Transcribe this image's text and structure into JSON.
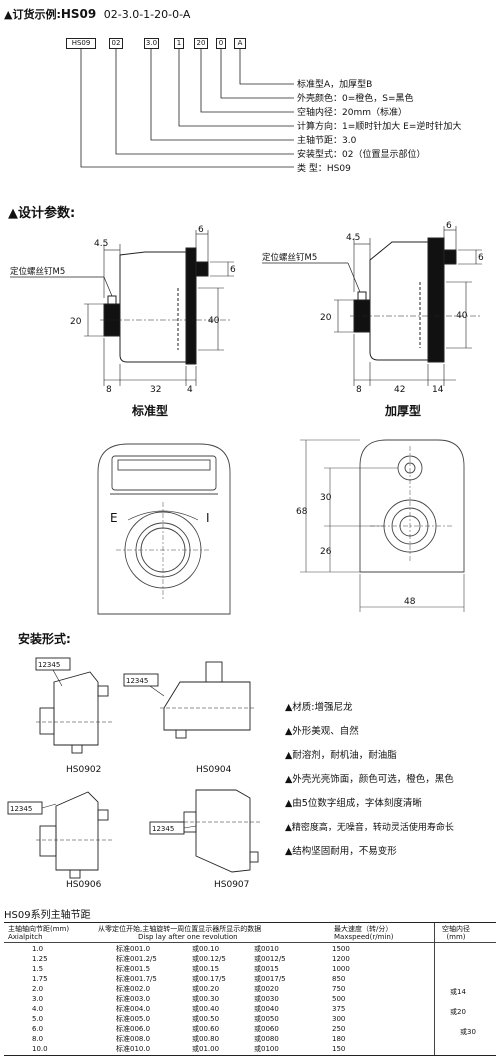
{
  "order": {
    "title": "▲订货示例:",
    "model": "HS09",
    "code": "02-3.0-1-20-0-A",
    "boxes": [
      "HS09",
      "02",
      "3.0",
      "1",
      "20",
      "0",
      "A"
    ],
    "legend": [
      "标准型A，加厚型B",
      "外壳颜色：0=橙色，S=黑色",
      "空轴内径：20mm（标准）",
      "计算方向：1=顺时针加大 E=逆时针加大",
      "主轴节距：3.0",
      "安装型式：02（位置显示部位）",
      "类    型：HS09"
    ]
  },
  "design": {
    "title": "▲设计参数:",
    "std_label": "标准型",
    "thick_label": "加厚型",
    "screw_label": "定位螺丝钉M5",
    "std_dims": {
      "d45": "4.5",
      "d6a": "6",
      "d6b": "6",
      "d20": "20",
      "d40": "40",
      "d8": "8",
      "d32": "32",
      "d4": "4"
    },
    "thick_dims": {
      "d45": "4.5",
      "d6a": "6",
      "d6b": "6",
      "d20": "20",
      "d40": "40",
      "d8": "8",
      "d42": "42",
      "d14": "14"
    },
    "front_E": "E",
    "front_I": "I",
    "back_dims": {
      "d68": "68",
      "d30": "30",
      "d26": "26",
      "d48": "48"
    }
  },
  "install": {
    "title": "安装形式:",
    "digits": "12345",
    "models": [
      "HS0902",
      "HS0904",
      "HS0906",
      "HS0907"
    ]
  },
  "features": [
    "▲材质:增强尼龙",
    "▲外形美观、自然",
    "▲耐溶剂，耐机油，耐油脂",
    "▲外壳光亮饰面，颜色可选，橙色，黑色",
    "▲由5位数字组成，字体刻度清晰",
    "▲精密度高，无噪音，转动灵活使用寿命长",
    "▲结构坚固耐用，不易变形"
  ],
  "table": {
    "title": "HS09系列主轴节距",
    "h1": "主轴轴向节距(mm)",
    "h1b": "Axialpitch",
    "h2": "从零定位开始,主轴旋转一周位置显示器所显示的数据",
    "h2b": "Disp lay after one revolution",
    "h3": "最大速度（转/分）",
    "h3b": "Maxspeed(r/min)",
    "h4": "空轴内径",
    "h4b": "(mm)",
    "rows": [
      [
        "1.0",
        "标准001.0",
        "或00.10",
        "或0010",
        "1500"
      ],
      [
        "1.25",
        "标准001.2/5",
        "或00.12/5",
        "或0012/5",
        "1200"
      ],
      [
        "1.5",
        "标准001.5",
        "或00.15",
        "或0015",
        "1000"
      ],
      [
        "1.75",
        "标准001.7/5",
        "或00.17/5",
        "或0017/5",
        "850"
      ],
      [
        "2.0",
        "标准002.0",
        "或00.20",
        "或0020",
        "750"
      ],
      [
        "3.0",
        "标准003.0",
        "或00.30",
        "或0030",
        "500"
      ],
      [
        "4.0",
        "标准004.0",
        "或00.40",
        "或0040",
        "375"
      ],
      [
        "5.0",
        "标准005.0",
        "或00.50",
        "或0050",
        "300"
      ],
      [
        "6.0",
        "标准006.0",
        "或00.60",
        "或0060",
        "250"
      ],
      [
        "8.0",
        "标准008.0",
        "或00.80",
        "或0080",
        "180"
      ],
      [
        "10.0",
        "标准010.0",
        "或01.00",
        "或0100",
        "150"
      ]
    ],
    "bore": [
      "或14",
      "或20",
      "或30"
    ]
  }
}
